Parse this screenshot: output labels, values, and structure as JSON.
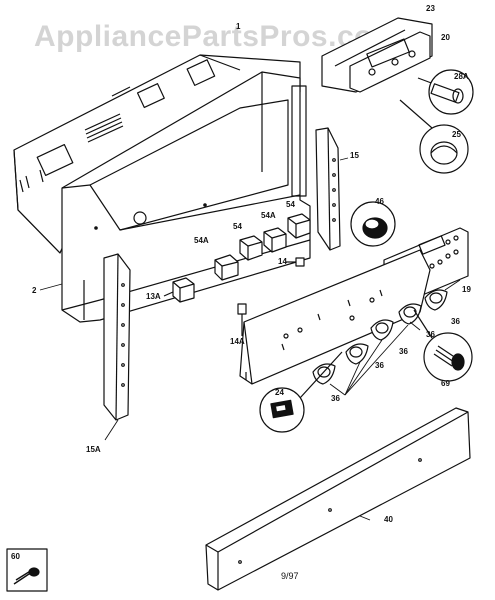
{
  "watermark": "AppliancePartsPros.com",
  "labels": {
    "p1": "1",
    "p2": "2",
    "p13A": "13A",
    "p14": "14",
    "p14A": "14A",
    "p15": "15",
    "p15A": "15A",
    "p19": "19",
    "p20": "20",
    "p23": "23",
    "p24": "24",
    "p25": "25",
    "p28A": "28A",
    "p36a": "36",
    "p36b": "36",
    "p36c": "36",
    "p36d": "36",
    "p36e": "36",
    "p40": "40",
    "p46": "46",
    "p54a": "54",
    "p54b": "54",
    "p54A1": "54A",
    "p54A2": "54A",
    "p60": "60",
    "p69": "69"
  },
  "footer": "9/97"
}
